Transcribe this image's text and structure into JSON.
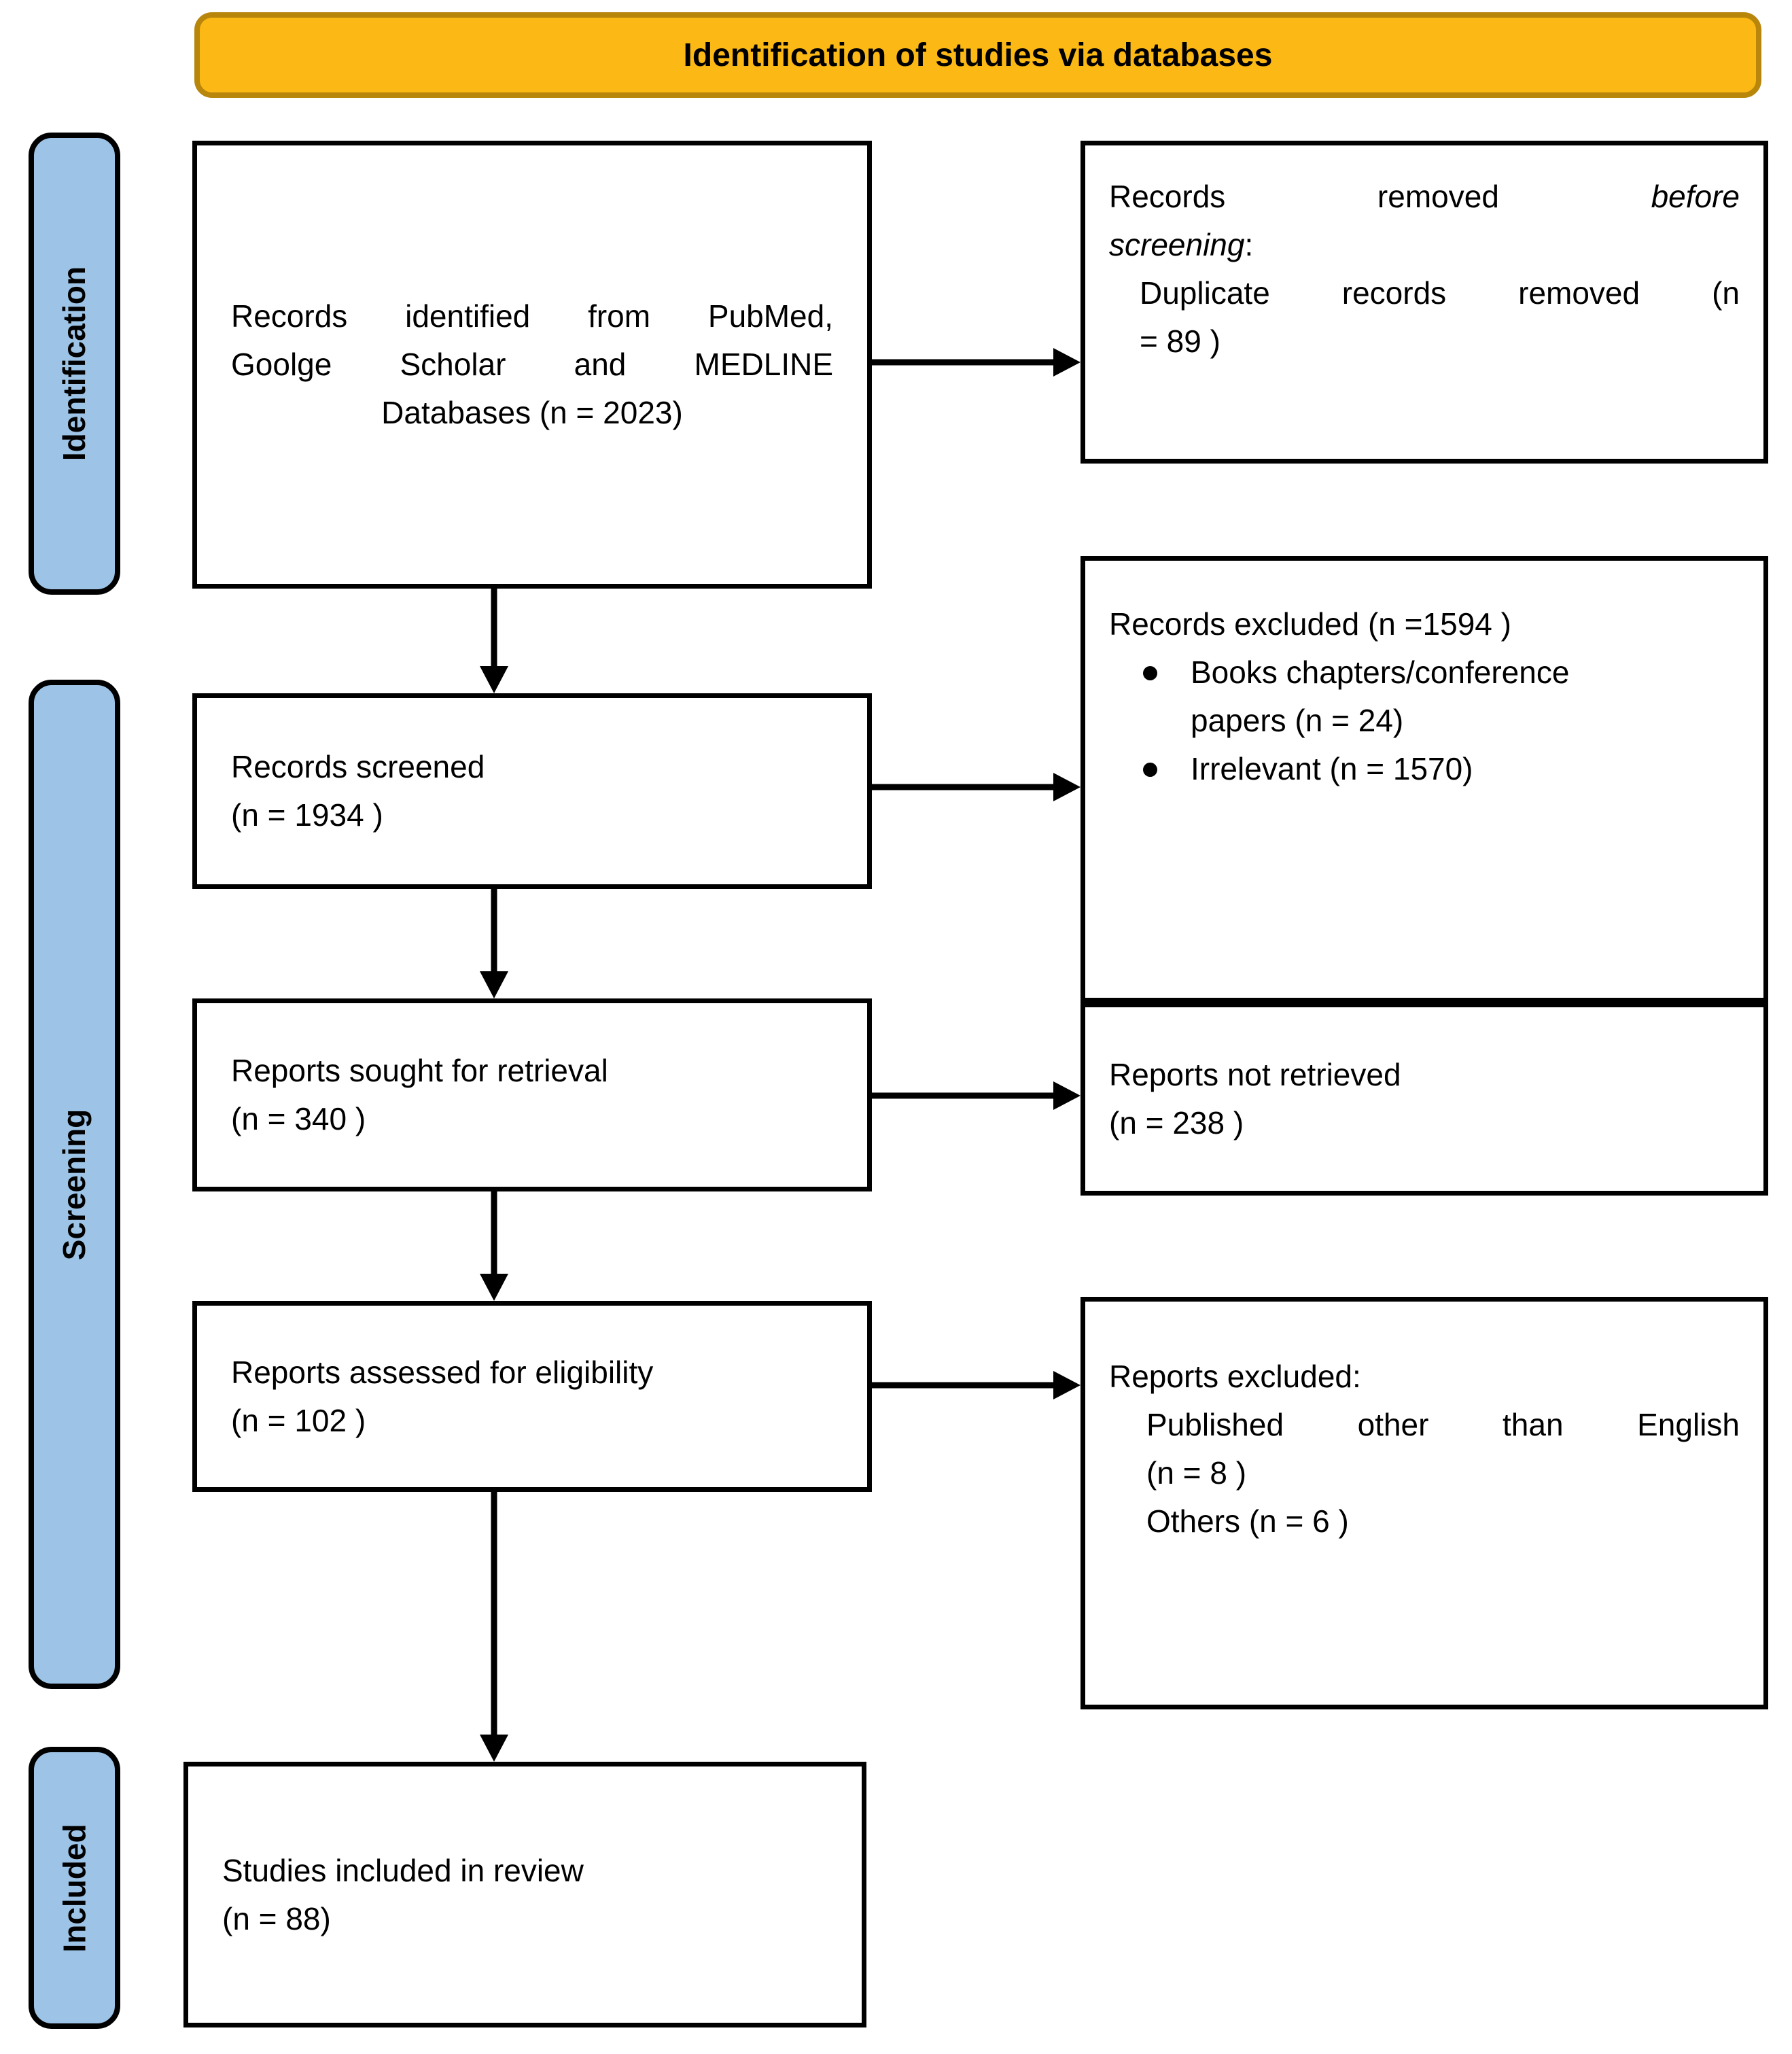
{
  "banner": {
    "title": "Identification of studies via databases"
  },
  "colors": {
    "banner_fill": "#FCB814",
    "banner_border": "#B8860B",
    "stage_fill": "#9DC3E6",
    "box_border": "#000000"
  },
  "stages": {
    "identification": "Identification",
    "screening": "Screening",
    "included": "Included"
  },
  "boxes": {
    "identified": {
      "line1": "Records identified from PubMed,",
      "line2": "Goolge Scholar and MEDLINE",
      "line3": "Databases (n = 2023)"
    },
    "removed": {
      "line1_pre": "Records removed",
      "line1_italic": "before",
      "line2_italic": "screening",
      "line2_post": ":",
      "line3": "Duplicate records removed  (n",
      "line4": "= 89 )"
    },
    "screened": {
      "line1": "Records screened",
      "line2": "(n = 1934 )"
    },
    "excluded_records": {
      "title": "Records excluded (n =1594 )",
      "bullets": [
        "Books chapters/conference papers (n = 24)",
        "Irrelevant (n = 1570)"
      ]
    },
    "sought": {
      "line1": "Reports sought for retrieval",
      "line2": "(n = 340 )"
    },
    "not_retrieved": {
      "line1": "Reports not retrieved",
      "line2": "(n = 238 )"
    },
    "assessed": {
      "line1": "Reports assessed for eligibility",
      "line2": "(n = 102 )"
    },
    "excluded_reports": {
      "title": "Reports excluded:",
      "line1": "Published other than English",
      "line2": "(n = 8 )",
      "line3": "Others (n = 6 )"
    },
    "included_studies": {
      "line1": "Studies included in review",
      "line2": "(n = 88)"
    }
  }
}
